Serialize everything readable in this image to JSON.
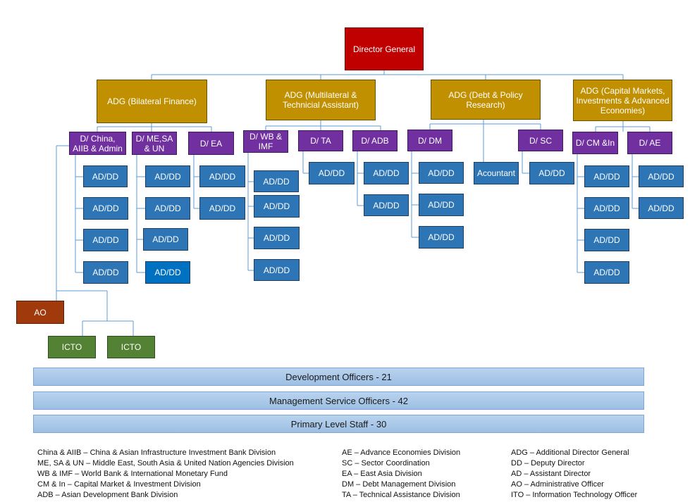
{
  "director": "Director General",
  "adg": [
    "ADG (Bilateral Finance)",
    "ADG  (Multilateral & Technicial Assistant)",
    "ADG (Debt & Policy Research)",
    "ADG  (Capital Markets, Investments & Advanced Economies)"
  ],
  "directors": [
    "D/ China, AIIB & Admin",
    "D/ ME,SA & UN",
    "D/ EA",
    "D/ WB & IMF",
    "D/ TA",
    "D/ ADB",
    "D/ DM",
    "D/ SC",
    "D/ CM &In",
    "D/ AE"
  ],
  "ad_dd": "AD/DD",
  "accountant": "Acountant",
  "ao": "AO",
  "icto": "ICTO",
  "staff_bars": [
    "Development Officers - 21",
    "Management Service Officers - 42",
    "Primary Level Staff - 30"
  ],
  "legend": {
    "col1": [
      "China & AIIB – China & Asian Infrastructure Investment Bank Division",
      "ME, SA & UN – Middle East, South Asia & United Nation Agencies Division",
      "WB & IMF – World Bank & International Monetary Fund",
      "CM & In – Capital Market & Investment Division",
      "ADB – Asian Development Bank Division"
    ],
    "col2": [
      "AE – Advance Economies Division",
      "SC – Sector Coordination",
      "EA – East Asia Division",
      "DM – Debt Management Division",
      "TA – Technical Assistance Division"
    ],
    "col3": [
      "ADG – Additional Director General",
      "DD – Deputy Director",
      "AD – Assistant Director",
      "AO – Administrative Officer",
      "ITO – Information Technology Officer"
    ]
  }
}
